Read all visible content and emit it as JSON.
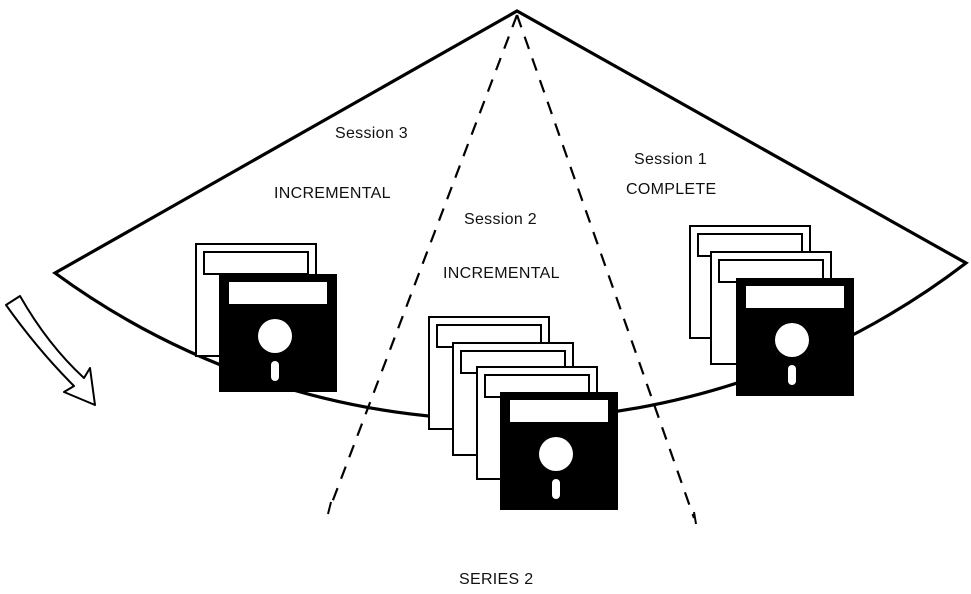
{
  "labels": {
    "session3": "Session 3",
    "session3_type": "INCREMENTAL",
    "session2": "Session 2",
    "session2_type": "INCREMENTAL",
    "session1": "Session 1",
    "session1_type": "COMPLETE",
    "series": "SERIES 2"
  },
  "sessions": [
    {
      "name": "Session 3",
      "disk_count": 2
    },
    {
      "name": "Session 2",
      "disk_count": 4
    },
    {
      "name": "Session 1",
      "disk_count": 3
    }
  ],
  "icons": {
    "disk": "floppy-disk-icon",
    "arrow": "rotation-arrow-icon"
  },
  "colors": {
    "ink": "#000000",
    "paper": "#ffffff"
  }
}
